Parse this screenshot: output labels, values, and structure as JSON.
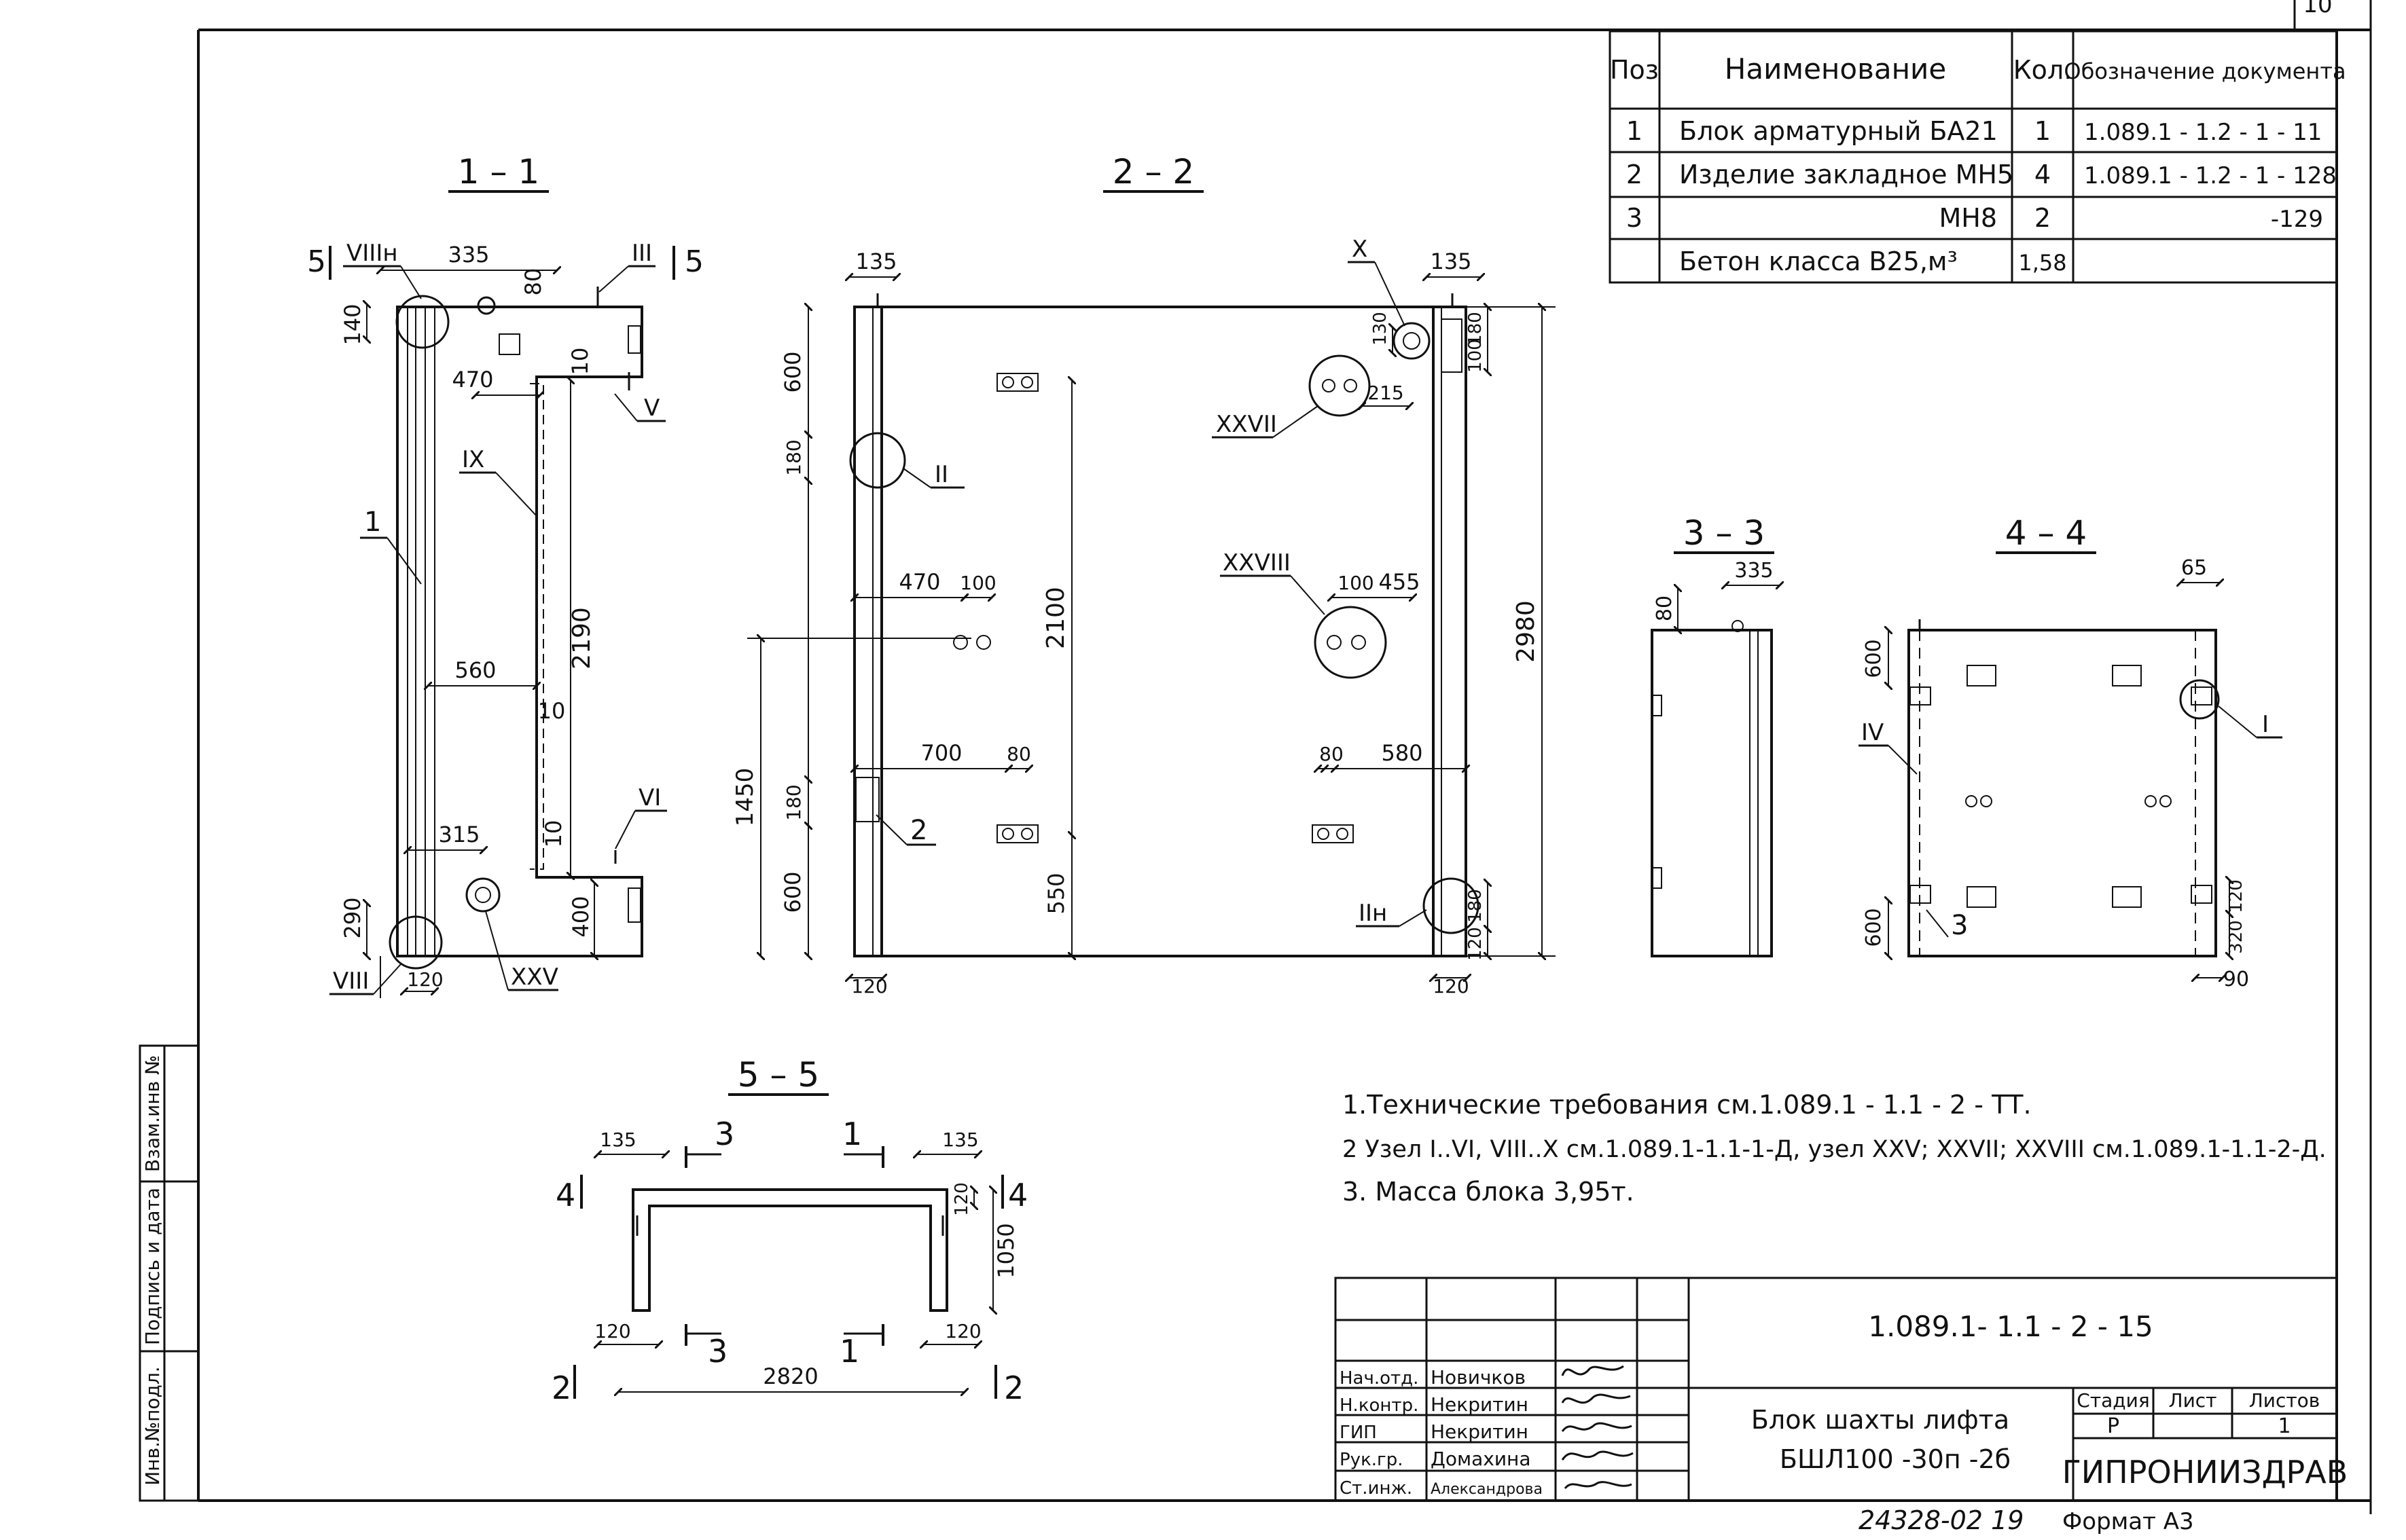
{
  "page_number": "10",
  "spec_table": {
    "headers": {
      "pos": "Поз",
      "name": "Наименование",
      "qty": "Кол.",
      "doc": "Обозначение документа"
    },
    "rows": [
      {
        "pos": "1",
        "name": "Блок арматурный БА21",
        "qty": "1",
        "doc": "1.089.1 - 1.2 - 1 - 11"
      },
      {
        "pos": "2",
        "name": "Изделие закладное МН5",
        "qty": "4",
        "doc": "1.089.1 - 1.2 - 1 - 128"
      },
      {
        "pos": "3",
        "name": "МН8",
        "qty": "2",
        "doc": "-129"
      },
      {
        "pos": "",
        "name": "Бетон класса В25,м³",
        "qty": "1,58",
        "doc": ""
      }
    ]
  },
  "section_titles": {
    "s11": "1 – 1",
    "s22": "2 – 2",
    "s33": "3 – 3",
    "s44": "4 – 4",
    "s55": "5 – 5"
  },
  "section_marks": {
    "five": "5",
    "four": "4",
    "three": "3",
    "one": "1",
    "two": "2"
  },
  "pos_labels": {
    "p1": "1",
    "p2": "2",
    "p3": "3"
  },
  "nodes": {
    "viiin": "VIIIн",
    "iii": "III",
    "v": "V",
    "ix": "IX",
    "vi": "VI",
    "viii": "VIII",
    "xxv": "XXV",
    "ii": "II",
    "x": "X",
    "xxvii": "XXVII",
    "xxviii": "XXVIII",
    "iin": "IIн",
    "iv": "IV",
    "i": "I"
  },
  "dims": {
    "d335": "335",
    "d80": "80",
    "d140": "140",
    "d470": "470",
    "d10": "10",
    "d560": "560",
    "d2190": "2190",
    "d315": "315",
    "d290": "290",
    "d120": "120",
    "d400": "400",
    "d135": "135",
    "d600": "600",
    "d180": "180",
    "d100": "100",
    "d700": "700",
    "d1450": "1450",
    "d2100": "2100",
    "d550": "550",
    "d130": "130",
    "d215": "215",
    "d455": "455",
    "d580": "580",
    "d2980": "2980",
    "d65": "65",
    "d90": "90",
    "d320": "320",
    "d1050": "1050",
    "d2820": "2820"
  },
  "notes": [
    "1.Технические требования см.1.089.1 - 1.1 - 2 - ТТ.",
    "2 Узел I..VI, VIII..X см.1.089.1-1.1-1-Д, узел XXV; XXVII; XXVIII см.1.089.1-1.1-2-Д.",
    "3. Масса блока 3,95т."
  ],
  "side_stamp": [
    "Инв.№подл.",
    "Подпись и дата",
    "Взам.инв №"
  ],
  "title_block": {
    "doc_code": "1.089.1- 1.1 - 2 - 15",
    "title_line1": "Блок шахты лифта",
    "title_line2": "БШЛ100 -30п -2б",
    "stage_label": "Стадия",
    "sheet_label": "Лист",
    "sheets_label": "Листов",
    "stage": "Р",
    "sheet": "",
    "sheets": "1",
    "org": "ГИПРОНИИЗДРАВ",
    "roles": [
      {
        "role": "Нач.отд.",
        "name": "Новичков"
      },
      {
        "role": "Н.контр.",
        "name": "Некритин"
      },
      {
        "role": "ГИП",
        "name": "Некритин"
      },
      {
        "role": "Рук.гр.",
        "name": "Домахина"
      },
      {
        "role": "Ст.инж.",
        "name": "Александрова"
      }
    ]
  },
  "footer": {
    "code": "24328-02 19",
    "format": "Формат А3"
  }
}
